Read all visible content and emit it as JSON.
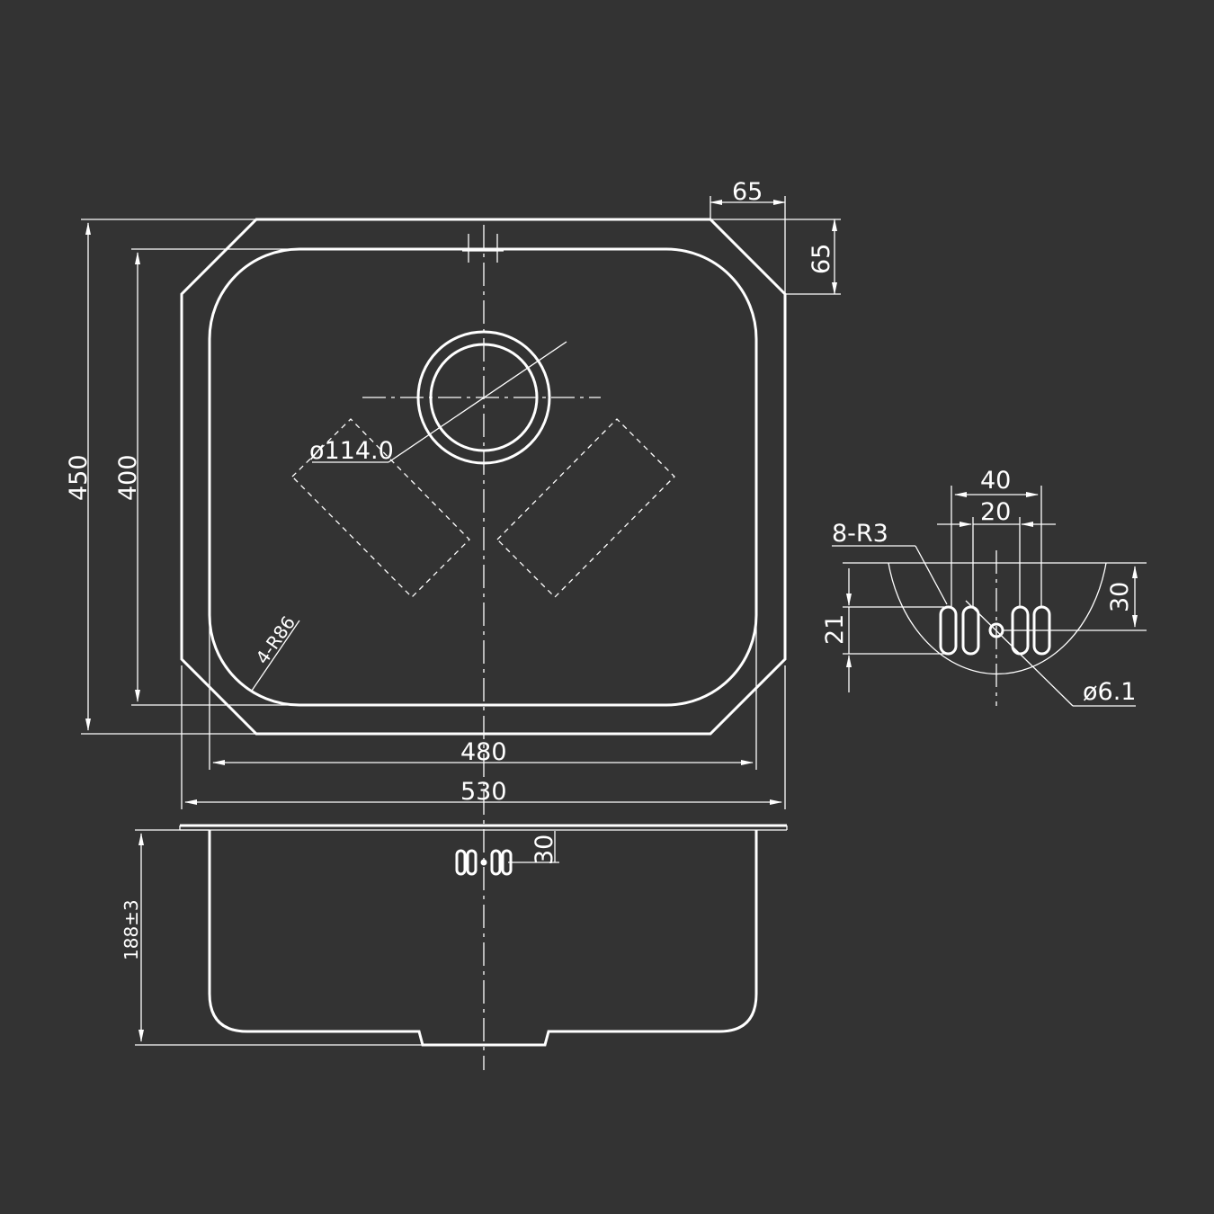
{
  "colors": {
    "background": "#333333",
    "line": "#ffffff"
  },
  "labels": {
    "chamfer_width": "65",
    "chamfer_height": "65",
    "outer_height": "450",
    "inner_height": "400",
    "drain_diameter": "ø114.0",
    "corner_radius": "4-R86",
    "inner_width": "480",
    "outer_width": "530",
    "depth": "188±3",
    "overflow_offset": "30",
    "slot_radius": "8-R3",
    "slot_span_outer": "40",
    "slot_span_inner": "20",
    "slot_height": "21",
    "detail_offset": "30",
    "center_hole": "ø6.1"
  }
}
